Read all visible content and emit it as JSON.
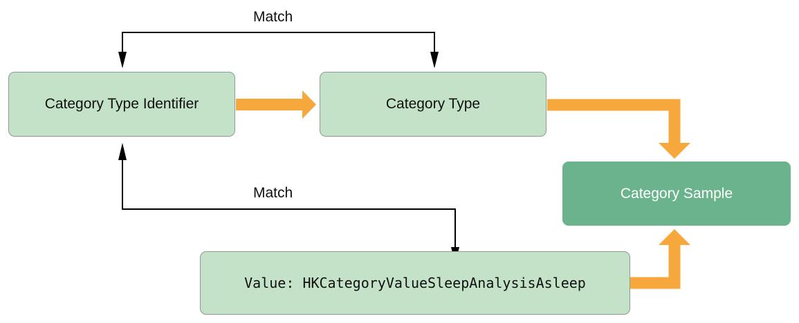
{
  "nodes": {
    "identifier": {
      "label": "Category Type Identifier"
    },
    "type": {
      "label": "Category Type"
    },
    "sample": {
      "label": "Category Sample"
    },
    "value": {
      "prefix": "Value: ",
      "label": "HKCategoryValueSleepAnalysisAsleep"
    }
  },
  "edges": {
    "match_top": {
      "label": "Match"
    },
    "match_bottom": {
      "label": "Match"
    }
  },
  "colors": {
    "node_fill": "#c3e2c8",
    "node_border": "#8f9a91",
    "output_fill": "#6ab38c",
    "flow_arrow": "#f7a83c",
    "match_line": "#000000"
  }
}
